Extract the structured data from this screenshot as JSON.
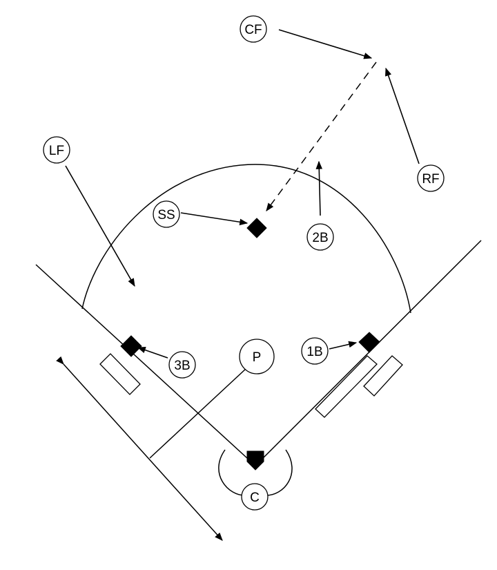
{
  "players": {
    "cf": "CF",
    "lf": "LF",
    "rf": "RF",
    "ss": "SS",
    "second_base": "2B",
    "third_base": "3B",
    "first_base": "1B",
    "pitcher": "P",
    "catcher": "C"
  },
  "colors": {
    "ink": "#000000",
    "background": "#ffffff"
  }
}
